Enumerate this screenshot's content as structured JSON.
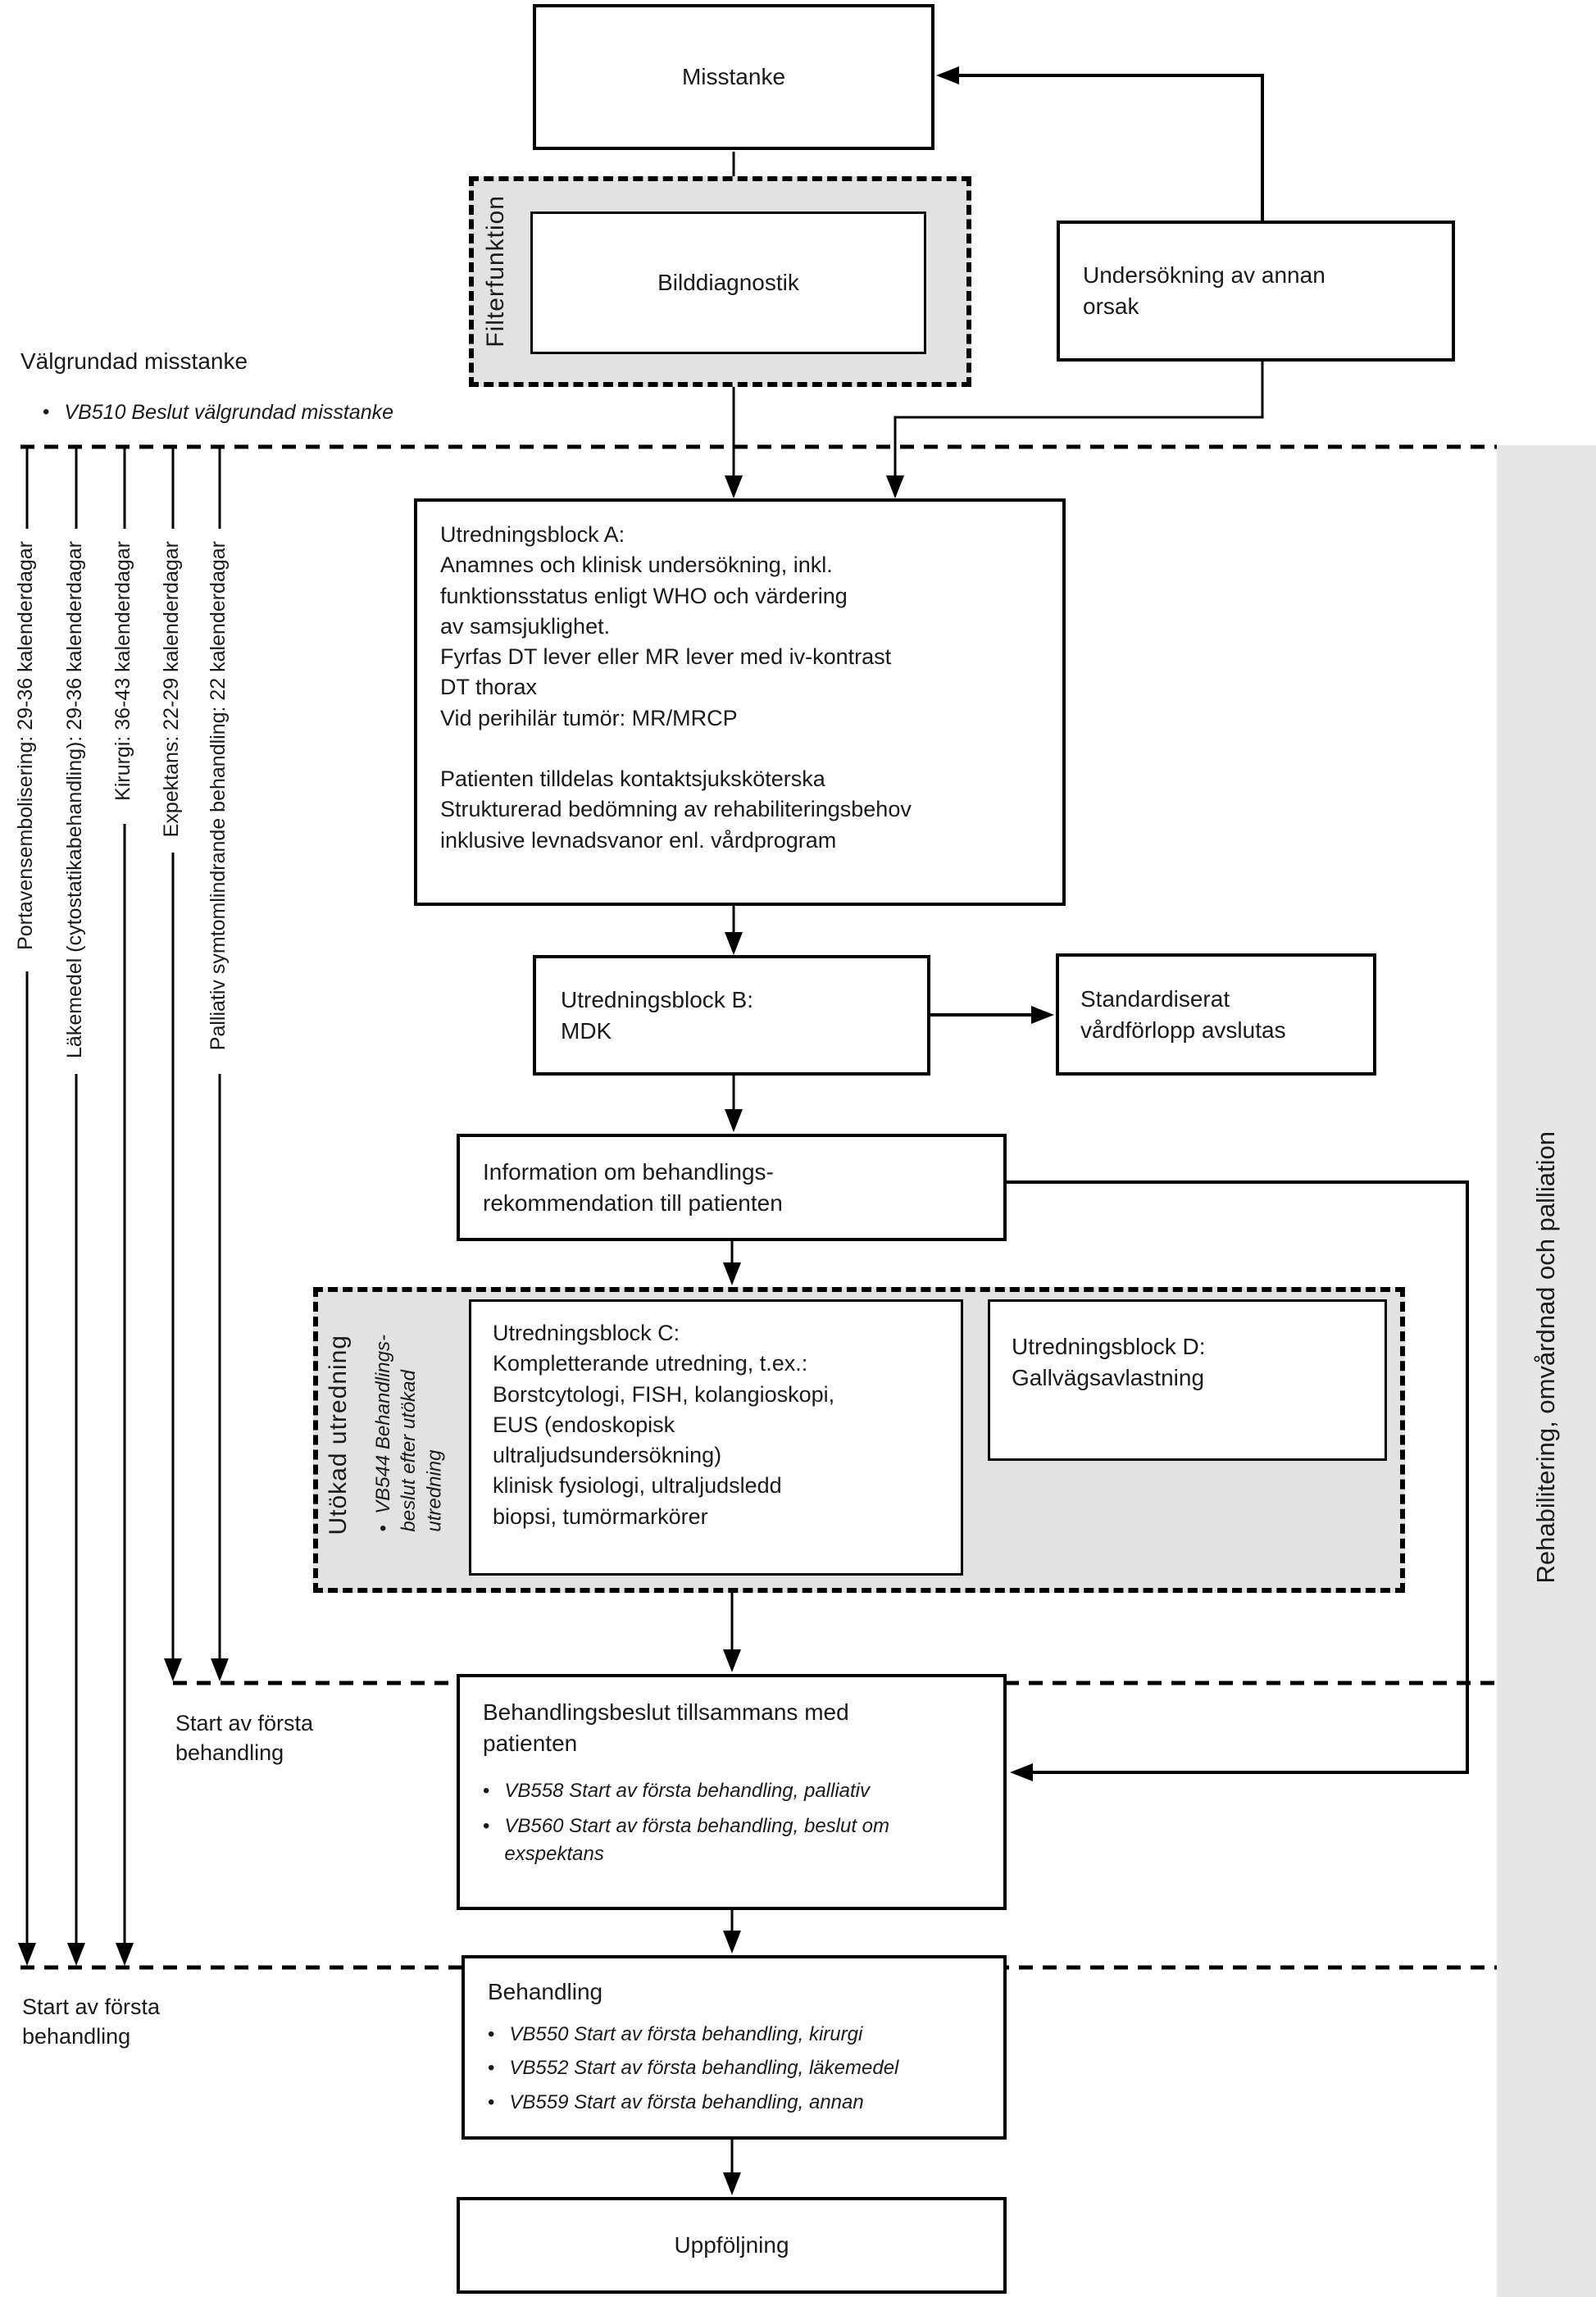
{
  "phases": {
    "valgrundad": {
      "title": "Välgrundad misstanke",
      "bullet": "VB510 Beslut välgrundad misstanke"
    },
    "start_first_treatment_upper": "Start av första\nbehandling",
    "start_first_treatment_lower": "Start av första\nbehandling"
  },
  "timelines": [
    {
      "label": "Portavensembolisering: 29-36 kalenderdagar"
    },
    {
      "label": "Läkemedel (cytostatikabehandling): 29-36 kalenderdagar"
    },
    {
      "label": "Kirurgi: 36-43 kalenderdagar"
    },
    {
      "label": "Expektans: 22-29 kalenderdagar"
    },
    {
      "label": "Palliativ symtomlindrande behandling: 22 kalenderdagar"
    }
  ],
  "boxes": {
    "misstanke": {
      "label": "Misstanke"
    },
    "filterfunktion": {
      "label": "Filterfunktion"
    },
    "bilddiagnostik": {
      "label": "Bilddiagnostik"
    },
    "undersokning_annan_orsak": {
      "label": "Undersökning av annan\norsak"
    },
    "utredningsblock_a": {
      "text": "Utredningsblock A:\nAnamnes och klinisk undersökning, inkl.\nfunktionsstatus enligt WHO och värdering\nav samsjuklighet.\nFyrfas DT lever eller MR lever med iv-kontrast\nDT thorax\nVid perihilär tumör: MR/MRCP\n\nPatienten tilldelas kontaktsjuksköterska\nStrukturerad bedömning av rehabiliteringsbehov\ninklusive levnadsvanor enl. vårdprogram"
    },
    "utredningsblock_b": {
      "text": "Utredningsblock B:\nMDK"
    },
    "svf_avslutas": {
      "text": "Standardiserat\nvårdförlopp avslutas"
    },
    "information": {
      "text": "Information om behandlings-\nrekommendation till patienten"
    },
    "utokad_utredning": {
      "label": "Utökad utredning",
      "bullet": "VB544 Behandlings-\nbeslut efter utökad\nutredning"
    },
    "utredningsblock_c": {
      "text": "Utredningsblock C:\nKompletterande utredning, t.ex.:\nBorstcytologi, FISH, kolangioskopi,\nEUS (endoskopisk\nultraljudsundersökning)\nklinisk fysiologi, ultraljudsledd\nbiopsi, tumörmarkörer"
    },
    "utredningsblock_d": {
      "text": "Utredningsblock D:\nGallvägsavlastning"
    },
    "behandlingsbeslut": {
      "title": "Behandlingsbeslut tillsammans med\npatienten",
      "bullets": [
        "VB558 Start av första behandling, palliativ",
        "VB560 Start av första behandling, beslut om\nexspektans"
      ]
    },
    "behandling": {
      "title": "Behandling",
      "bullets": [
        "VB550 Start av första behandling, kirurgi",
        "VB552 Start av första behandling, läkemedel",
        "VB559 Start av första behandling, annan"
      ]
    },
    "uppfoljning": {
      "label": "Uppföljning"
    }
  },
  "right_bar": {
    "label": "Rehabilitering, omvårdnad och palliation"
  },
  "palette": {
    "background": "#ffffff",
    "container_fill": "#e2e2e2",
    "sidebar_fill": "#e6e6e6",
    "line_color": "#000000",
    "text_color": "#1a1a1a"
  }
}
